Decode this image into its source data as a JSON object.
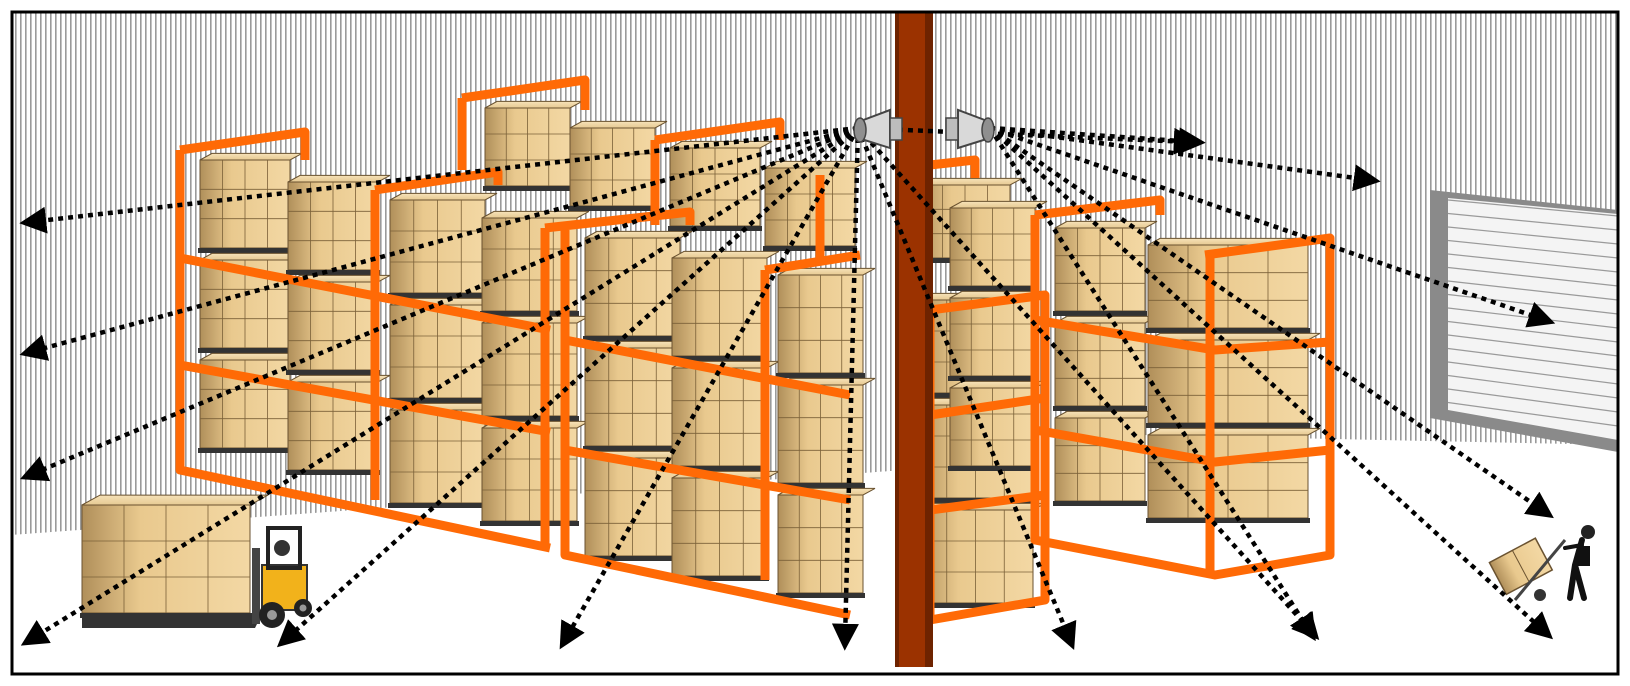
{
  "diagram": {
    "kind": "warehouse-speaker-coverage",
    "speaker_count": 2,
    "sound_direction_count": 16,
    "colors": {
      "rack": "#ff6a06",
      "column": "#9b3200",
      "column_dark": "#6e2300",
      "box_light": "#f2d39a",
      "box_mid": "#d8b478",
      "box_dark": "#a98953",
      "wall_stripe": "#9a9a9a",
      "floor": "#ffffff",
      "arrow": "#000000",
      "speaker": "#b7b7b7",
      "door": "#f1f1f1",
      "door_frame": "#8a8a8a"
    },
    "icons": {
      "speakers": "horn-speaker-icon",
      "forklift": "forklift-icon",
      "worker": "hand-truck-worker-icon",
      "door": "roll-up-door-icon"
    }
  }
}
